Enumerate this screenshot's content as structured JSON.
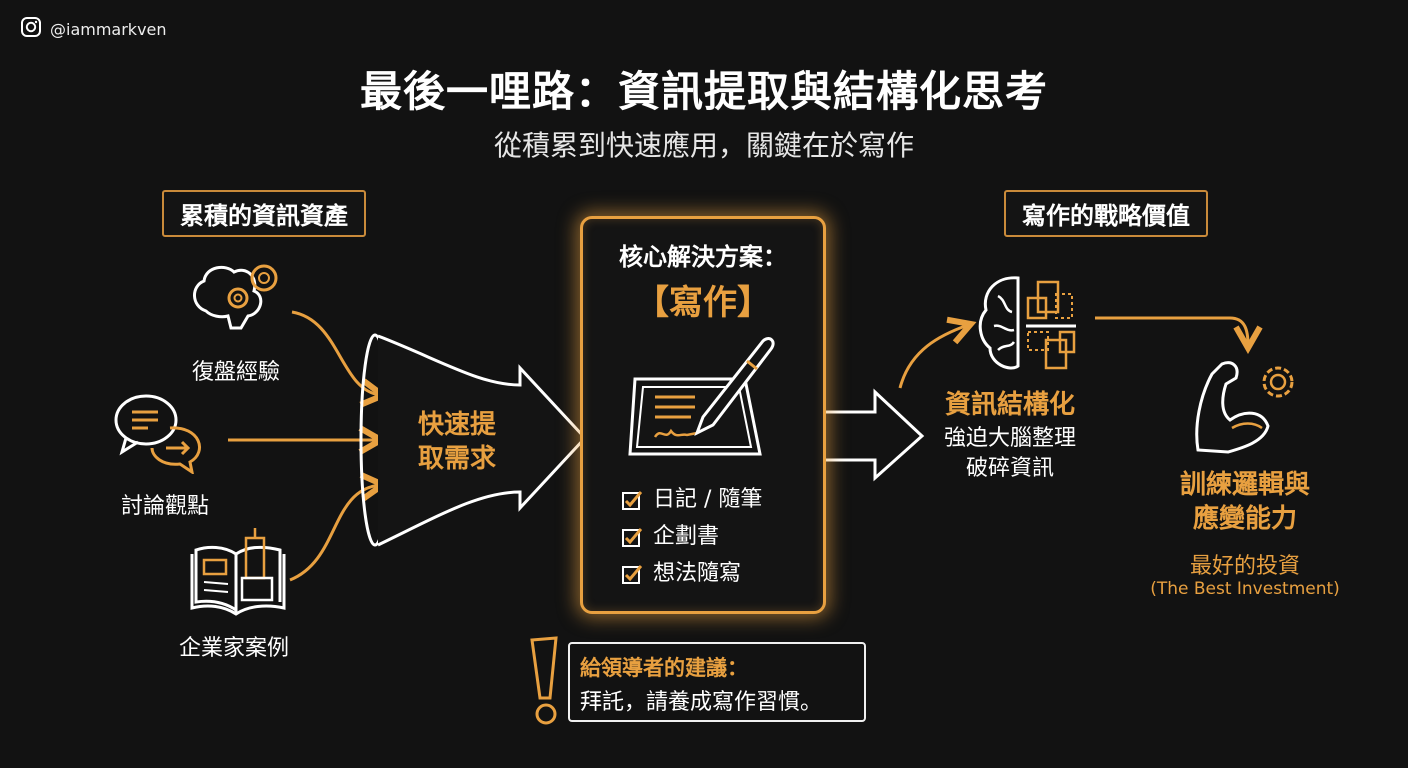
{
  "header": {
    "handle": "@iammarkven",
    "title": "最後一哩路：資訊提取與結構化思考",
    "subtitle": "從積累到快速應用，關鍵在於寫作"
  },
  "left_section": {
    "tag": "累積的資訊資產",
    "items": [
      {
        "label": "復盤經驗",
        "icon": "brain-gears-icon"
      },
      {
        "label": "討論觀點",
        "icon": "speech-bubbles-icon"
      },
      {
        "label": "企業家案例",
        "icon": "book-building-icon"
      }
    ],
    "funnel_label": [
      "快速提",
      "取需求"
    ]
  },
  "core": {
    "title": "核心解決方案：",
    "main": "【寫作】",
    "icon": "tablet-pen-icon",
    "checklist": [
      "日記 / 隨筆",
      "企劃書",
      "想法隨寫"
    ]
  },
  "advice": {
    "icon": "exclamation-icon",
    "heading": "給領導者的建議：",
    "body": "拜託，請養成寫作習慣。"
  },
  "right_section": {
    "tag": "寫作的戰略價值",
    "structure": {
      "icon": "brain-structure-icon",
      "title": "資訊結構化",
      "desc": [
        "強迫大腦整理",
        "破碎資訊"
      ]
    },
    "training": {
      "icon": "muscle-gear-icon",
      "title": [
        "訓練邏輯與",
        "應變能力"
      ],
      "desc": "最好的投資",
      "desc_en": "(The Best Investment)"
    }
  },
  "colors": {
    "background": "#121212",
    "accent": "#e8a040",
    "text": "#ffffff"
  }
}
